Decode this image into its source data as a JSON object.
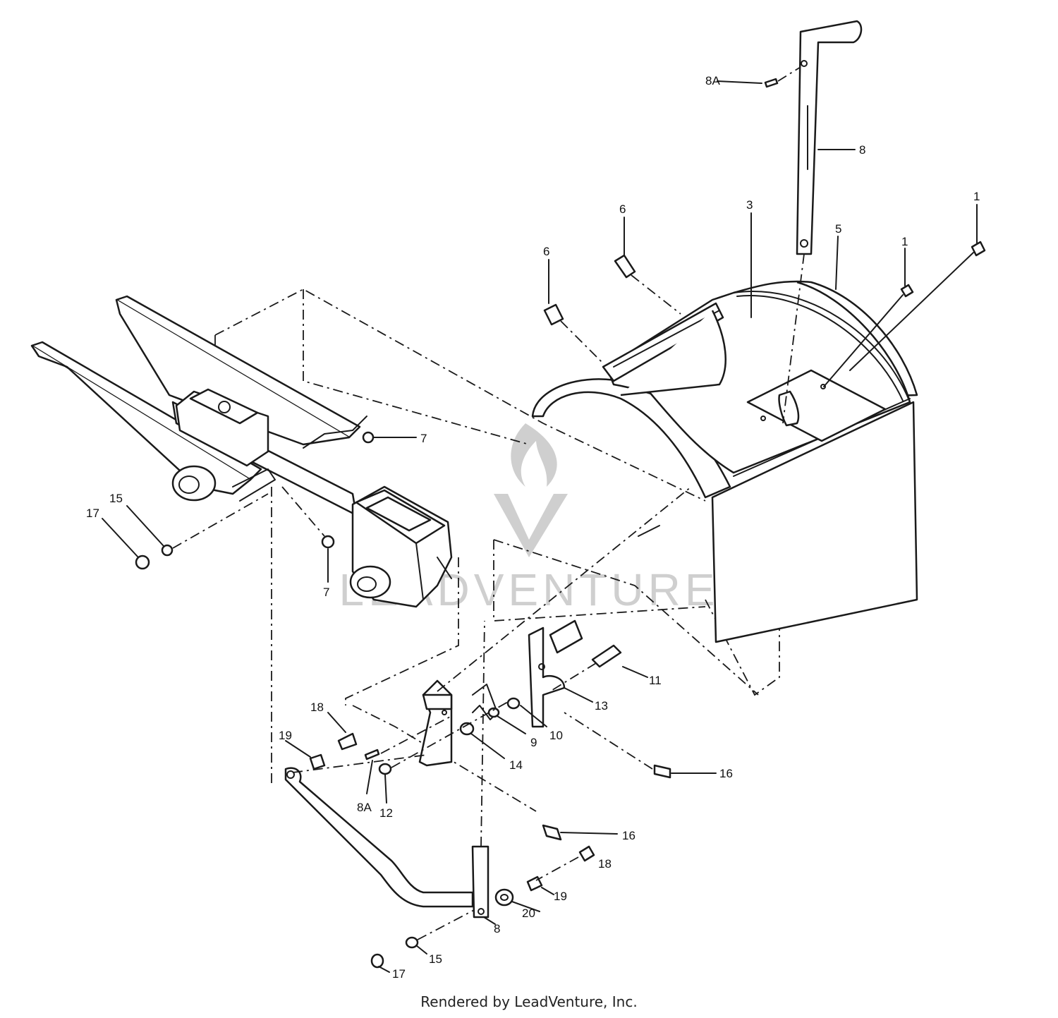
{
  "callouts": [
    {
      "id": "c-8a-top",
      "text": "8A"
    },
    {
      "id": "c-8-top",
      "text": "8"
    },
    {
      "id": "c-6a",
      "text": "6"
    },
    {
      "id": "c-6b",
      "text": "6"
    },
    {
      "id": "c-3",
      "text": "3"
    },
    {
      "id": "c-5",
      "text": "5"
    },
    {
      "id": "c-1a",
      "text": "1"
    },
    {
      "id": "c-1b",
      "text": "1"
    },
    {
      "id": "c-7a",
      "text": "7"
    },
    {
      "id": "c-7b",
      "text": "7"
    },
    {
      "id": "c-15a",
      "text": "15"
    },
    {
      "id": "c-17a",
      "text": "17"
    },
    {
      "id": "c-11",
      "text": "11"
    },
    {
      "id": "c-13",
      "text": "13"
    },
    {
      "id": "c-10",
      "text": "10"
    },
    {
      "id": "c-9",
      "text": "9"
    },
    {
      "id": "c-14",
      "text": "14"
    },
    {
      "id": "c-16a",
      "text": "16"
    },
    {
      "id": "c-18a",
      "text": "18"
    },
    {
      "id": "c-19a",
      "text": "19"
    },
    {
      "id": "c-8a-bot",
      "text": "8A"
    },
    {
      "id": "c-12",
      "text": "12"
    },
    {
      "id": "c-16b",
      "text": "16"
    },
    {
      "id": "c-18b",
      "text": "18"
    },
    {
      "id": "c-19b",
      "text": "19"
    },
    {
      "id": "c-20",
      "text": "20"
    },
    {
      "id": "c-8-bot",
      "text": "8"
    },
    {
      "id": "c-15b",
      "text": "15"
    },
    {
      "id": "c-17b",
      "text": "17"
    }
  ],
  "watermark": "LEADVENTURE",
  "footer": "Rendered by LeadVenture, Inc."
}
